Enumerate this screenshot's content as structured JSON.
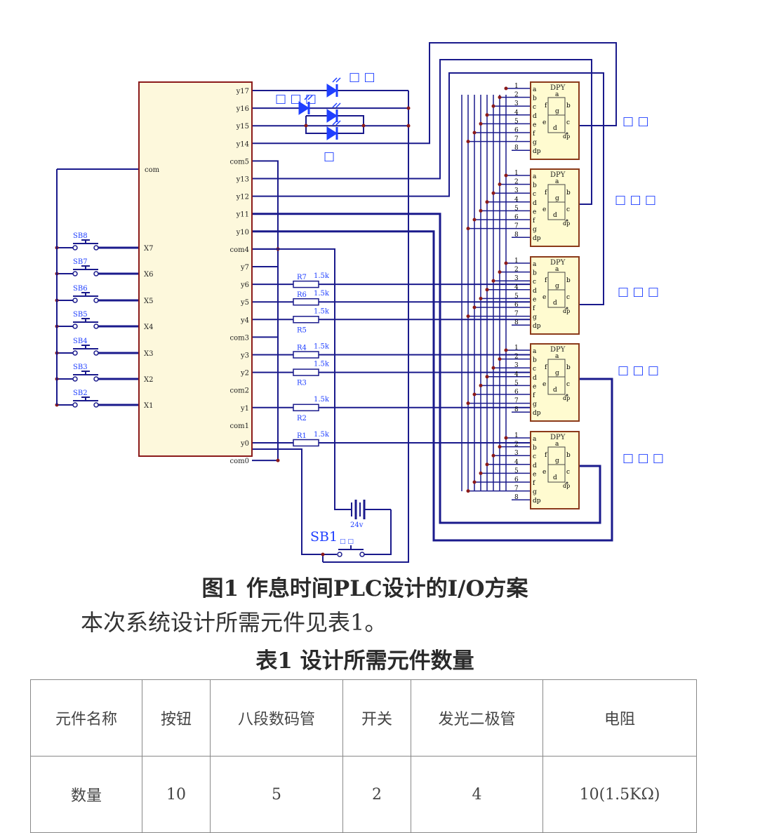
{
  "figure": {
    "caption": "图1  作息时间PLC设计的I/O方案",
    "plc_inputs": [
      "X7",
      "X6",
      "X5",
      "X4",
      "X3",
      "X2",
      "X1"
    ],
    "plc_com_label": "com",
    "plc_outputs": [
      "y17",
      "y16",
      "y15",
      "y14",
      "com5",
      "y13",
      "y12",
      "y11",
      "y10",
      "com4",
      "y7",
      "y6",
      "y5",
      "y4",
      "com3",
      "y3",
      "y2",
      "com2",
      "y1",
      "com1",
      "y0",
      "com0"
    ],
    "buttons": [
      "SB8",
      "SB7",
      "SB6",
      "SB5",
      "SB4",
      "SB3",
      "SB2"
    ],
    "sb1": {
      "label": "SB1",
      "sub": "□ □"
    },
    "battery_label": "24v",
    "resistors": [
      {
        "name": "R7",
        "value": "1.5k"
      },
      {
        "name": "R6",
        "value": "1.5k"
      },
      {
        "name": "R5",
        "value": "1.5k"
      },
      {
        "name": "R4",
        "value": "1.5k"
      },
      {
        "name": "R3",
        "value": "1.5k"
      },
      {
        "name": "R2",
        "value": "1.5k"
      },
      {
        "name": "R1",
        "value": "1.5k"
      }
    ],
    "led_labels": [
      "□ □",
      "□ □ □",
      "□"
    ],
    "display_title": "DPY",
    "pin_numbers": [
      "1",
      "2",
      "3",
      "4",
      "5",
      "6",
      "7",
      "8"
    ],
    "pin_letters": [
      "a",
      "b",
      "c",
      "d",
      "e",
      "f",
      "g",
      "dp"
    ],
    "segment_labels": {
      "a": "a",
      "b": "b",
      "c": "c",
      "d": "d",
      "e": "e",
      "f": "f",
      "g": "g",
      "dp": "dp"
    },
    "display_labels": [
      "□ □",
      "□ □ □",
      "□ □ □",
      "□ □ □",
      "□ □ □"
    ]
  },
  "body_text": "本次系统设计所需元件见表1。",
  "table": {
    "caption": "表1   设计所需元件数量",
    "header": [
      "元件名称",
      "按钮",
      "八段数码管",
      "开关",
      "发光二极管",
      "电阻"
    ],
    "row": [
      "数量",
      "10",
      "5",
      "2",
      "4",
      "10(1.5KΩ)"
    ]
  },
  "colors": {
    "wire": "#1a1a8c",
    "plc_fill": "#fdf8dc",
    "plc_border": "#8b1a1a",
    "display_fill": "#fffbd0",
    "display_border": "#8b3a1a",
    "led": "#1f3fff",
    "label": "#1f3fff"
  }
}
